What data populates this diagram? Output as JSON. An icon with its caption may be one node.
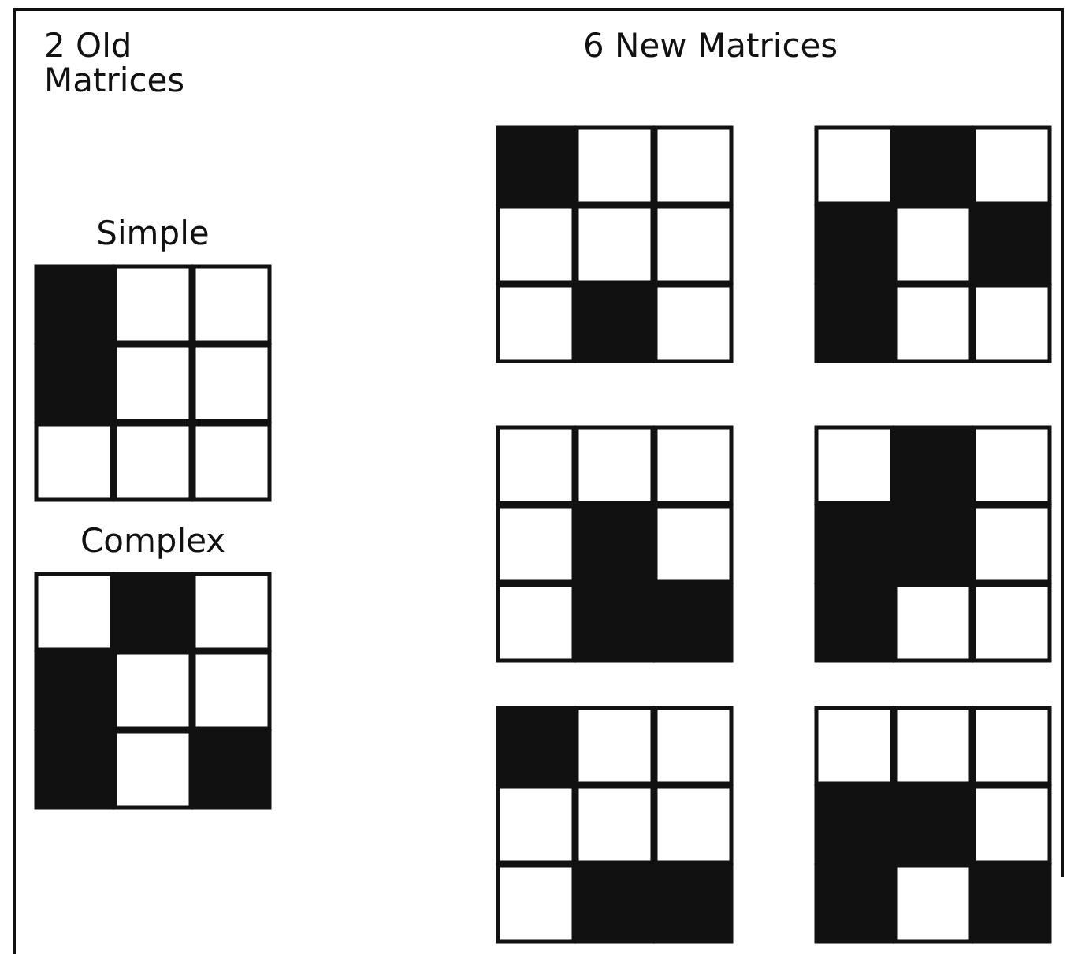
{
  "diagram": {
    "nodes": [
      {
        "text": [
          "Simple"
        ]
      },
      {
        "text": [
          "Complex"
        ]
      },
      {
        "text": [],
        "shape": "grid"
      },
      {
        "text": [],
        "shape": "grid"
      },
      {
        "text": [],
        "shape": "grid"
      },
      {
        "text": [],
        "shape": "grid"
      },
      {
        "text": [],
        "shape": "grid"
      },
      {
        "text": [],
        "shape": "grid"
      }
    ],
    "labels": [
      "2 Old Matrices",
      "6 New Matrices"
    ]
  }
}
